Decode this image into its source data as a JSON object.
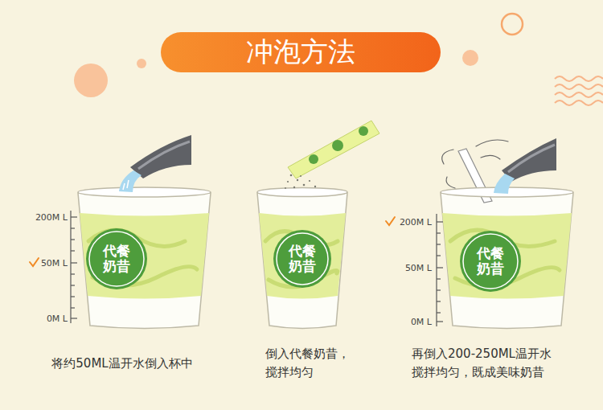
{
  "diagram": {
    "title": "冲泡方法",
    "nodes": [
      {
        "text": [
          "代餐奶昔"
        ]
      },
      {
        "text": [
          "代餐奶昔"
        ]
      },
      {
        "text": [
          "代餐奶昔"
        ]
      }
    ],
    "labels": [
      "200M L",
      "50M L",
      "0M L",
      "将约50ML温开水倒入杯中",
      "倒入代餐奶昔， 搅拌均匀",
      "200M L",
      "50M L",
      "0M L",
      "再倒入200-250ML温开水 搅拌均匀，既成美味奶昔"
    ]
  }
}
